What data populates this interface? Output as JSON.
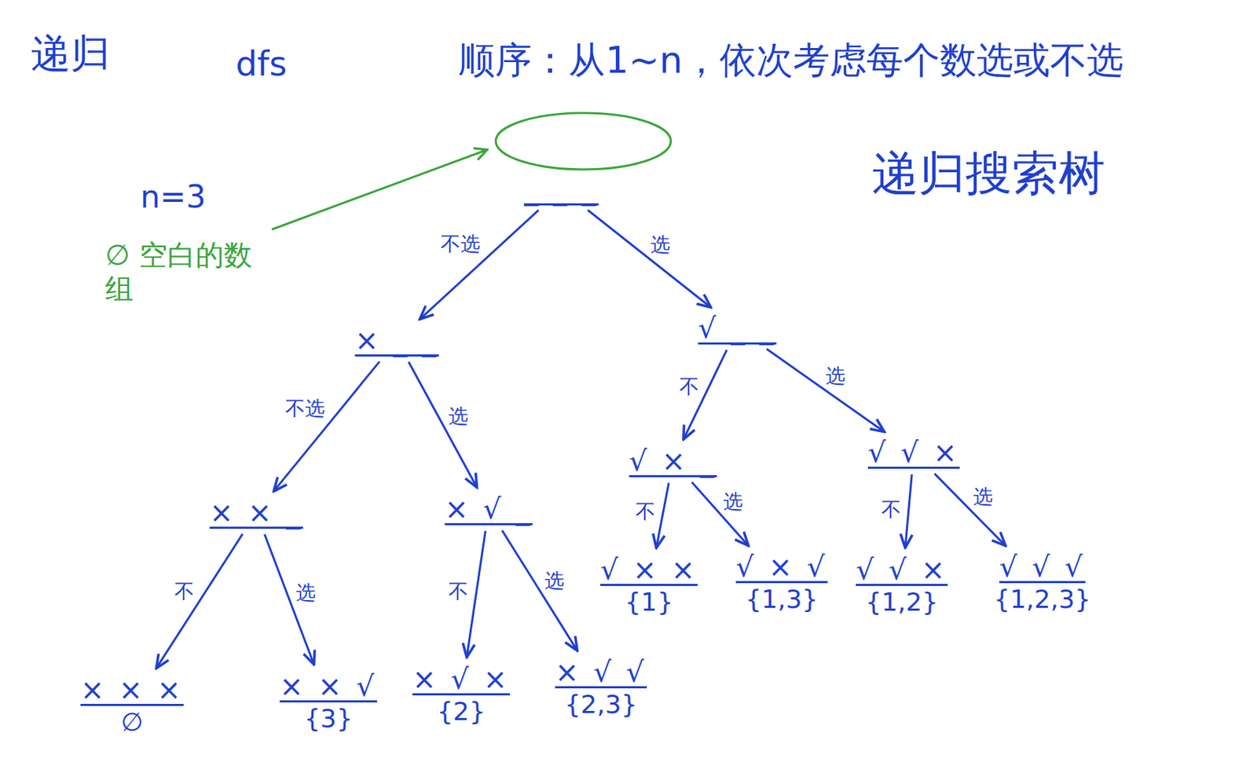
{
  "diagram": {
    "nodes": [
      {
        "text": [
          "_ _ _"
        ]
      },
      {
        "text": [
          "× _ _"
        ]
      },
      {
        "text": [
          "√ _ _"
        ]
      },
      {
        "text": [
          "× × _"
        ]
      },
      {
        "text": [
          "× √ _"
        ]
      },
      {
        "text": [
          "√ × _"
        ]
      },
      {
        "text": [
          "√ √ ×"
        ]
      },
      {
        "text": [
          "× × ×",
          "∅"
        ]
      },
      {
        "text": [
          "× × √",
          "{3}"
        ]
      },
      {
        "text": [
          "× √ ×",
          "{2}"
        ]
      },
      {
        "text": [
          "× √ √",
          "{2,3}"
        ]
      },
      {
        "text": [
          "√ × ×",
          "{1}"
        ]
      },
      {
        "text": [
          "√ × √",
          "{1,3}"
        ]
      },
      {
        "text": [
          "√ √ ×",
          "{1,2}"
        ]
      },
      {
        "text": [
          "√ √ √",
          "{1,2,3}"
        ]
      }
    ],
    "edges": [
      {
        "from": 0,
        "to": 1,
        "label": "不选",
        "arrow": "to"
      },
      {
        "from": 0,
        "to": 2,
        "label": "选",
        "arrow": "to"
      },
      {
        "from": 1,
        "to": 3,
        "label": "不选",
        "arrow": "to"
      },
      {
        "from": 1,
        "to": 4,
        "label": "选",
        "arrow": "to"
      },
      {
        "from": 2,
        "to": 5,
        "label": "不",
        "arrow": "to"
      },
      {
        "from": 2,
        "to": 6,
        "label": "选",
        "arrow": "to"
      },
      {
        "from": 3,
        "to": 7,
        "label": "不",
        "arrow": "to"
      },
      {
        "from": 3,
        "to": 8,
        "label": "选",
        "arrow": "to"
      },
      {
        "from": 4,
        "to": 9,
        "label": "不",
        "arrow": "to"
      },
      {
        "from": 4,
        "to": 10,
        "label": "选",
        "arrow": "to"
      },
      {
        "from": 5,
        "to": 11,
        "label": "不",
        "arrow": "to"
      },
      {
        "from": 5,
        "to": 12,
        "label": "选",
        "arrow": "to"
      },
      {
        "from": 6,
        "to": 13,
        "label": "不",
        "arrow": "to"
      },
      {
        "from": 6,
        "to": 14,
        "label": "选",
        "arrow": "to"
      }
    ],
    "labels": [
      "递归",
      "dfs",
      "顺序：从1~n，依次考虑每个数选或不选",
      "递归搜索树",
      "n=3",
      "∅ 空白的数组"
    ]
  }
}
